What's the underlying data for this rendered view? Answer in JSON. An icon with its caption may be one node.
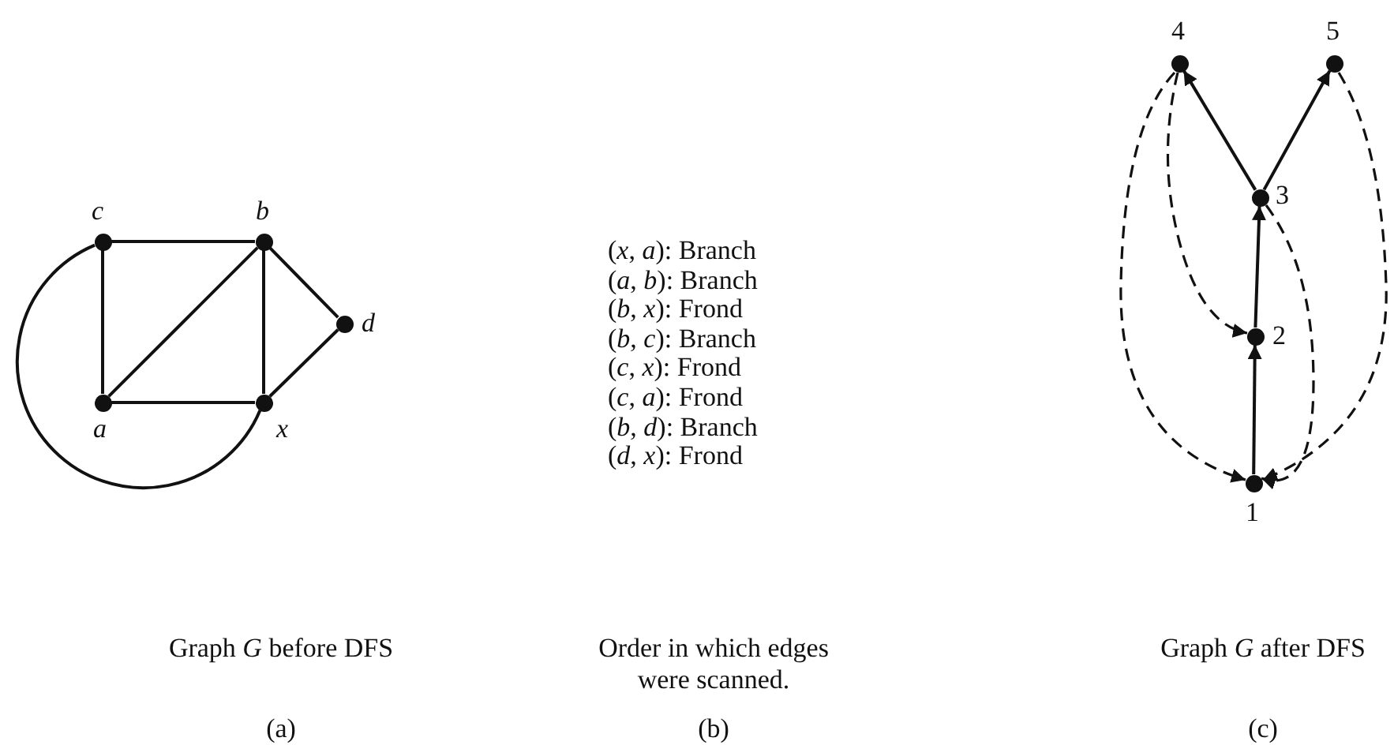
{
  "diagram": {
    "nodes": [
      {
        "text": [],
        "shape": "circle",
        "beside": [
          "*c*"
        ]
      },
      {
        "text": [],
        "shape": "circle",
        "beside": [
          "*b*"
        ]
      },
      {
        "text": [],
        "shape": "circle",
        "beside": [
          "*d*"
        ]
      },
      {
        "text": [],
        "shape": "circle",
        "beside": [
          "*a*"
        ]
      },
      {
        "text": [],
        "shape": "circle",
        "beside": [
          "*x*"
        ]
      },
      {
        "text": [],
        "shape": "circle",
        "beside": [
          "4"
        ]
      },
      {
        "text": [],
        "shape": "circle",
        "beside": [
          "5"
        ]
      },
      {
        "text": [],
        "shape": "circle",
        "beside": [
          "3"
        ]
      },
      {
        "text": [],
        "shape": "circle",
        "beside": [
          "2"
        ]
      },
      {
        "text": [],
        "shape": "circle",
        "beside": [
          "1"
        ]
      }
    ],
    "edges": [
      {
        "from": 0,
        "to": 1,
        "arrow": "none"
      },
      {
        "from": 0,
        "to": 3,
        "arrow": "none"
      },
      {
        "from": 3,
        "to": 1,
        "arrow": "none"
      },
      {
        "from": 1,
        "to": 4,
        "arrow": "none"
      },
      {
        "from": 1,
        "to": 2,
        "arrow": "none"
      },
      {
        "from": 2,
        "to": 4,
        "arrow": "none"
      },
      {
        "from": 3,
        "to": 4,
        "arrow": "none"
      },
      {
        "from": 0,
        "to": 4,
        "arrow": "none"
      },
      {
        "from": 9,
        "to": 8,
        "arrow": "to"
      },
      {
        "from": 8,
        "to": 7,
        "arrow": "to"
      },
      {
        "from": 7,
        "to": 5,
        "arrow": "to"
      },
      {
        "from": 7,
        "to": 6,
        "arrow": "to"
      },
      {
        "from": 5,
        "to": 9,
        "arrow": "to",
        "style": "dashed"
      },
      {
        "from": 5,
        "to": 8,
        "arrow": "to",
        "style": "dashed"
      },
      {
        "from": 7,
        "to": 9,
        "arrow": "to",
        "style": "dashed"
      },
      {
        "from": 6,
        "to": 9,
        "arrow": "to",
        "style": "dashed"
      }
    ],
    "labels": [
      "(*x*, *a*): Branch",
      "(*a*, *b*): Branch",
      "(*b*, *x*): Frond",
      "(*b*, *c*): Branch",
      "(*c*, *x*): Frond",
      "(*c*, *a*): Frond",
      "(*b*, *d*): Branch",
      "(*d*, *x*): Frond",
      "Graph *G* before DFS",
      "Order in which edges were scanned.",
      "Graph *G* after DFS",
      "(a)",
      "(b)",
      "(c)"
    ]
  }
}
